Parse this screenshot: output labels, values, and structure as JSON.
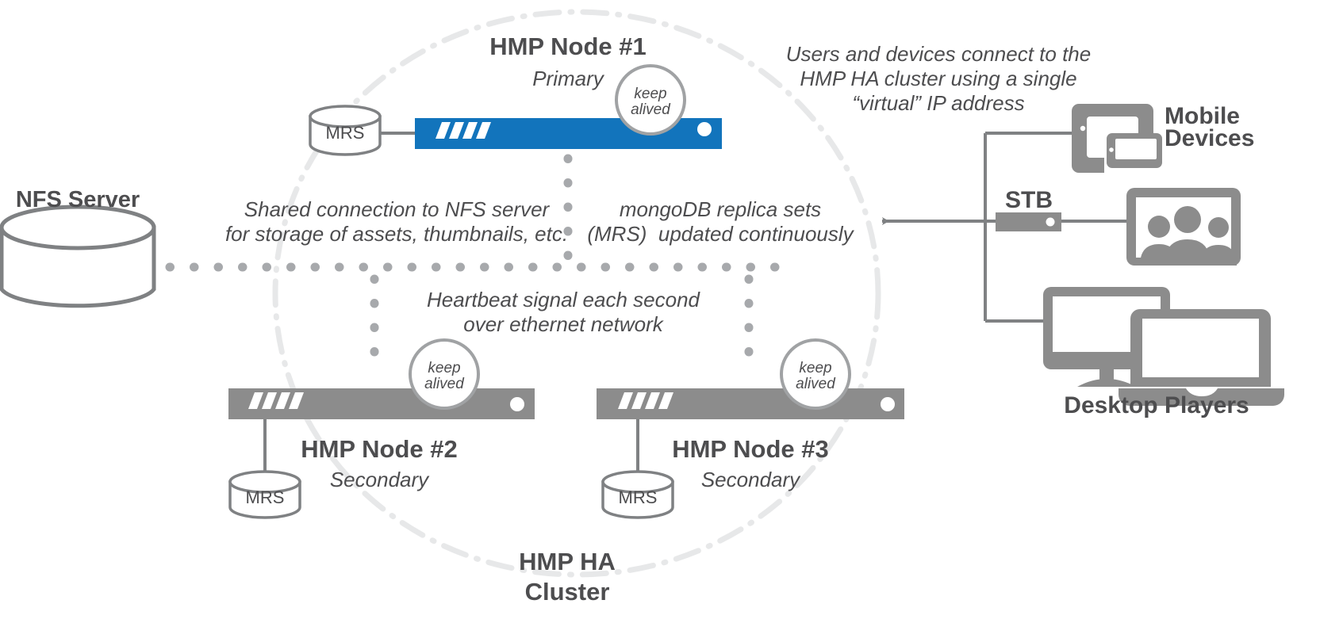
{
  "diagram": {
    "title": "HMP High Availability Cluster Architecture",
    "colors": {
      "primary_blue": "#1274bc",
      "node_gray": "#8c8c8c",
      "text_gray": "#4d4d4f",
      "line_gray": "#7f8183",
      "dot_gray": "#a7a9ac",
      "circle_gray": "#e6e7e8",
      "white": "#ffffff"
    },
    "cluster": {
      "label_line1": "HMP HA",
      "label_line2": "Cluster"
    },
    "nodes": [
      {
        "title": "HMP Node #1",
        "role": "Primary",
        "badge": "keep\nalived",
        "badge_line1": "keep",
        "badge_line2": "alived",
        "db_label": "MRS",
        "state": "primary",
        "color": "#1274bc"
      },
      {
        "title": "HMP Node #2",
        "role": "Secondary",
        "badge_line1": "keep",
        "badge_line2": "alived",
        "db_label": "MRS",
        "state": "secondary",
        "color": "#8c8c8c"
      },
      {
        "title": "HMP Node #3",
        "role": "Secondary",
        "badge_line1": "keep",
        "badge_line2": "alived",
        "db_label": "MRS",
        "state": "secondary",
        "color": "#8c8c8c"
      }
    ],
    "nfs": {
      "label": "NFS Server"
    },
    "annotations": {
      "nfs_shared": {
        "line1": "Shared connection to NFS server",
        "line2": "for storage of assets, thumbnails, etc."
      },
      "mongo": {
        "line1": "mongoDB replica sets",
        "line2": "(MRS)  updated continuously"
      },
      "heartbeat": {
        "line1": "Heartbeat signal each second",
        "line2": "over ethernet network"
      },
      "virtual_ip": {
        "line1": "Users and devices connect to the",
        "line2": "HMP HA cluster using a single",
        "line3": "“virtual” IP address"
      }
    },
    "clients": [
      {
        "label_line1": "Mobile",
        "label_line2": "Devices",
        "icon": "tablet-phone-icon"
      },
      {
        "label_line1": "STB",
        "label_line2": "",
        "icon": "set-top-box-icon"
      },
      {
        "label_line1": "Desktop Players",
        "label_line2": "",
        "icon": "monitor-laptop-icon"
      }
    ],
    "tv_icon": "tv-viewers-icon"
  }
}
